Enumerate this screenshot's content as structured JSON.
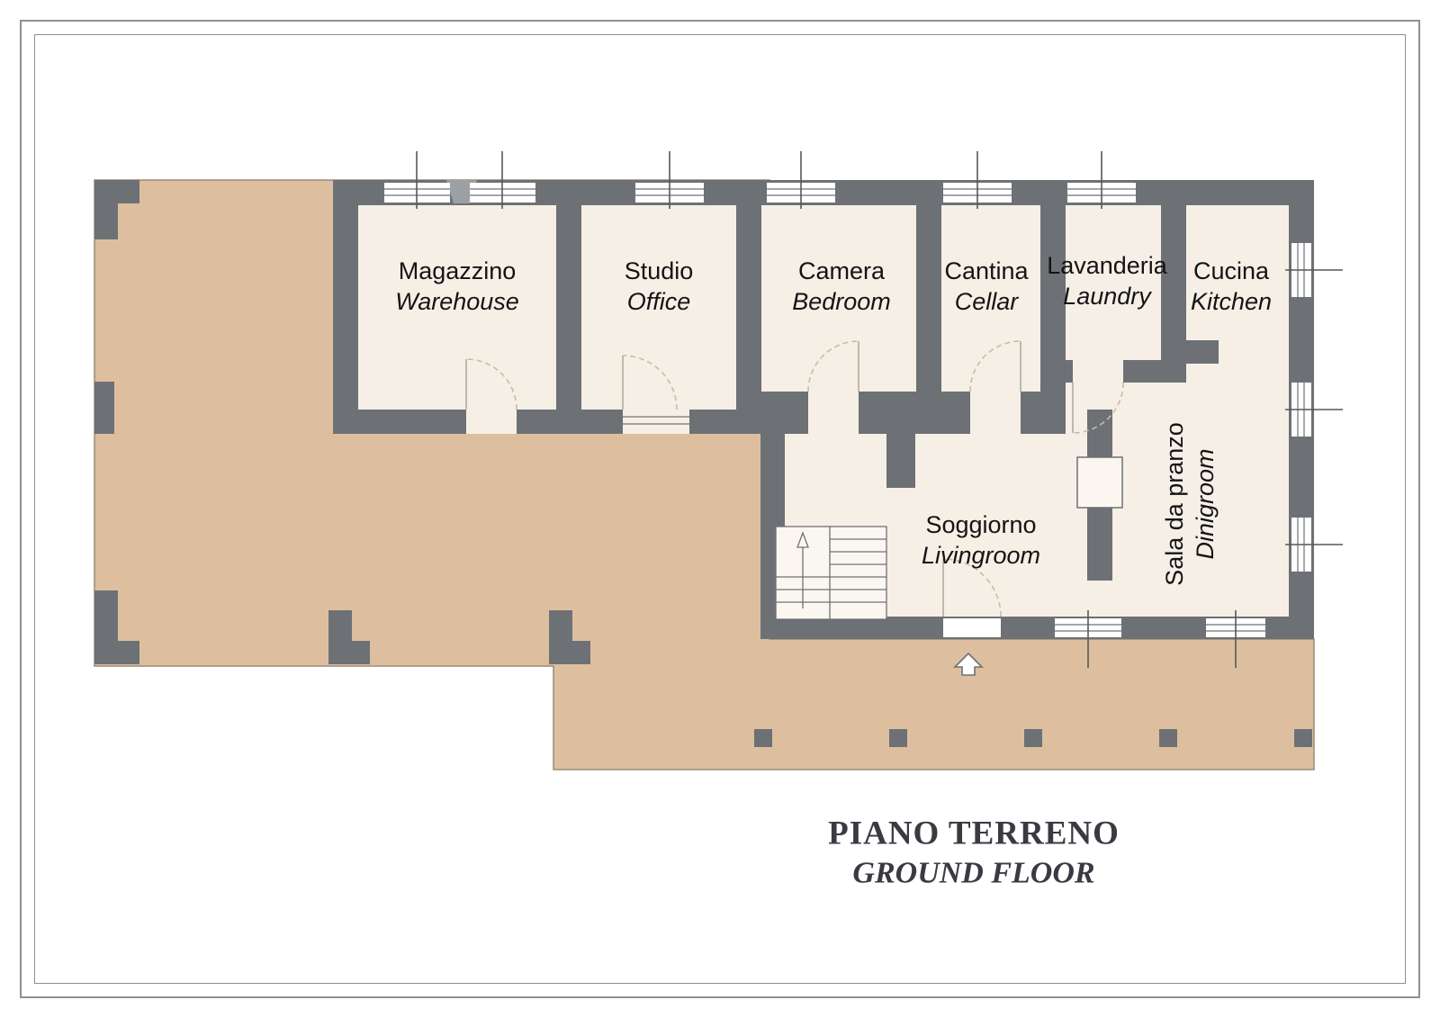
{
  "plan": {
    "title": {
      "main": "PIANO TERRENO",
      "sub": "GROUND FLOOR"
    },
    "rooms": [
      {
        "id": "magazzino",
        "name": "Magazzino",
        "english": "Warehouse"
      },
      {
        "id": "studio",
        "name": "Studio",
        "english": "Office"
      },
      {
        "id": "camera",
        "name": "Camera",
        "english": "Bedroom"
      },
      {
        "id": "cantina",
        "name": "Cantina",
        "english": "Cellar"
      },
      {
        "id": "lavanderia",
        "name": "Lavanderia",
        "english": "Laundry"
      },
      {
        "id": "cucina",
        "name": "Cucina",
        "english": "Kitchen"
      },
      {
        "id": "soggiorno",
        "name": "Soggiorno",
        "english": "Livingroom"
      },
      {
        "id": "sala-da-pranzo",
        "name": "Sala da pranzo",
        "english": "Dinigroom"
      }
    ],
    "colors": {
      "wall": "#6d7175",
      "room_fill": "#f6efe6",
      "terrace": "#ddbf9f",
      "title_text": "#3a3a42"
    }
  }
}
